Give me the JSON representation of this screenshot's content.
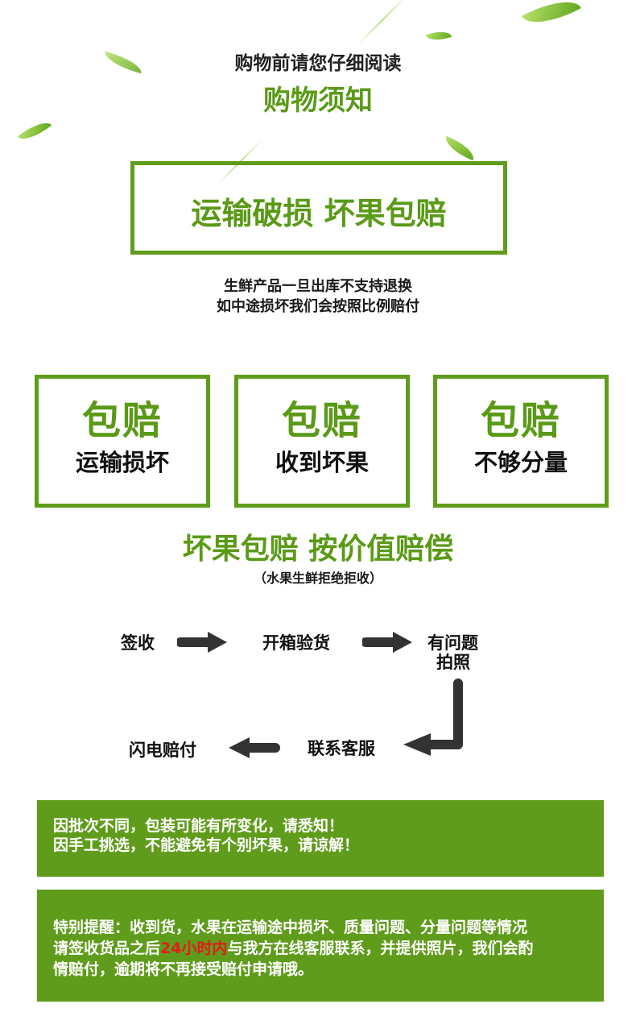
{
  "header": {
    "kicker": "购物前请您仔细阅读",
    "title": "购物须知"
  },
  "banner": {
    "headline": "运输破损 坏果包赔"
  },
  "notice": {
    "line1": "生鲜产品一旦出库不支持退换",
    "line2": "如中途损坏我们会按照比例赔付"
  },
  "cards": [
    {
      "big": "包赔",
      "small": "运输损坏"
    },
    {
      "big": "包赔",
      "small": "收到坏果"
    },
    {
      "big": "包赔",
      "small": "不够分量"
    }
  ],
  "policy": {
    "headline": "坏果包赔 按价值赔偿",
    "note": "（水果生鲜拒绝拒收）"
  },
  "process": {
    "step1": "签收",
    "step2": "开箱验货",
    "step3_line1": "有问题",
    "step3_line2": "拍照",
    "step4": "联系客服",
    "step5": "闪电赔付"
  },
  "panel1": {
    "line1": "因批次不同，包装可能有所变化，请悉知！",
    "line2": "因手工挑选，不能避免有个别坏果，请谅解！"
  },
  "panel2": {
    "line1": "特别提醒：收到货，水果在运输途中损坏、质量问题、分量问题等情况",
    "line2_pre": "请签收货品之后",
    "line2_highlight": "24小时内",
    "line2_post": "与我方在线客服联系，并提供照片，我们会酌",
    "line3": "情赔付，逾期将不再接受赔付申请哦。"
  },
  "colors": {
    "accent_green": "#5f9c1b",
    "arrow": "#333333",
    "highlight_red": "#e51b1b"
  },
  "icons": [
    "leaf-icon",
    "arrow-right-icon",
    "arrow-down-left-icon",
    "arrow-left-icon"
  ]
}
